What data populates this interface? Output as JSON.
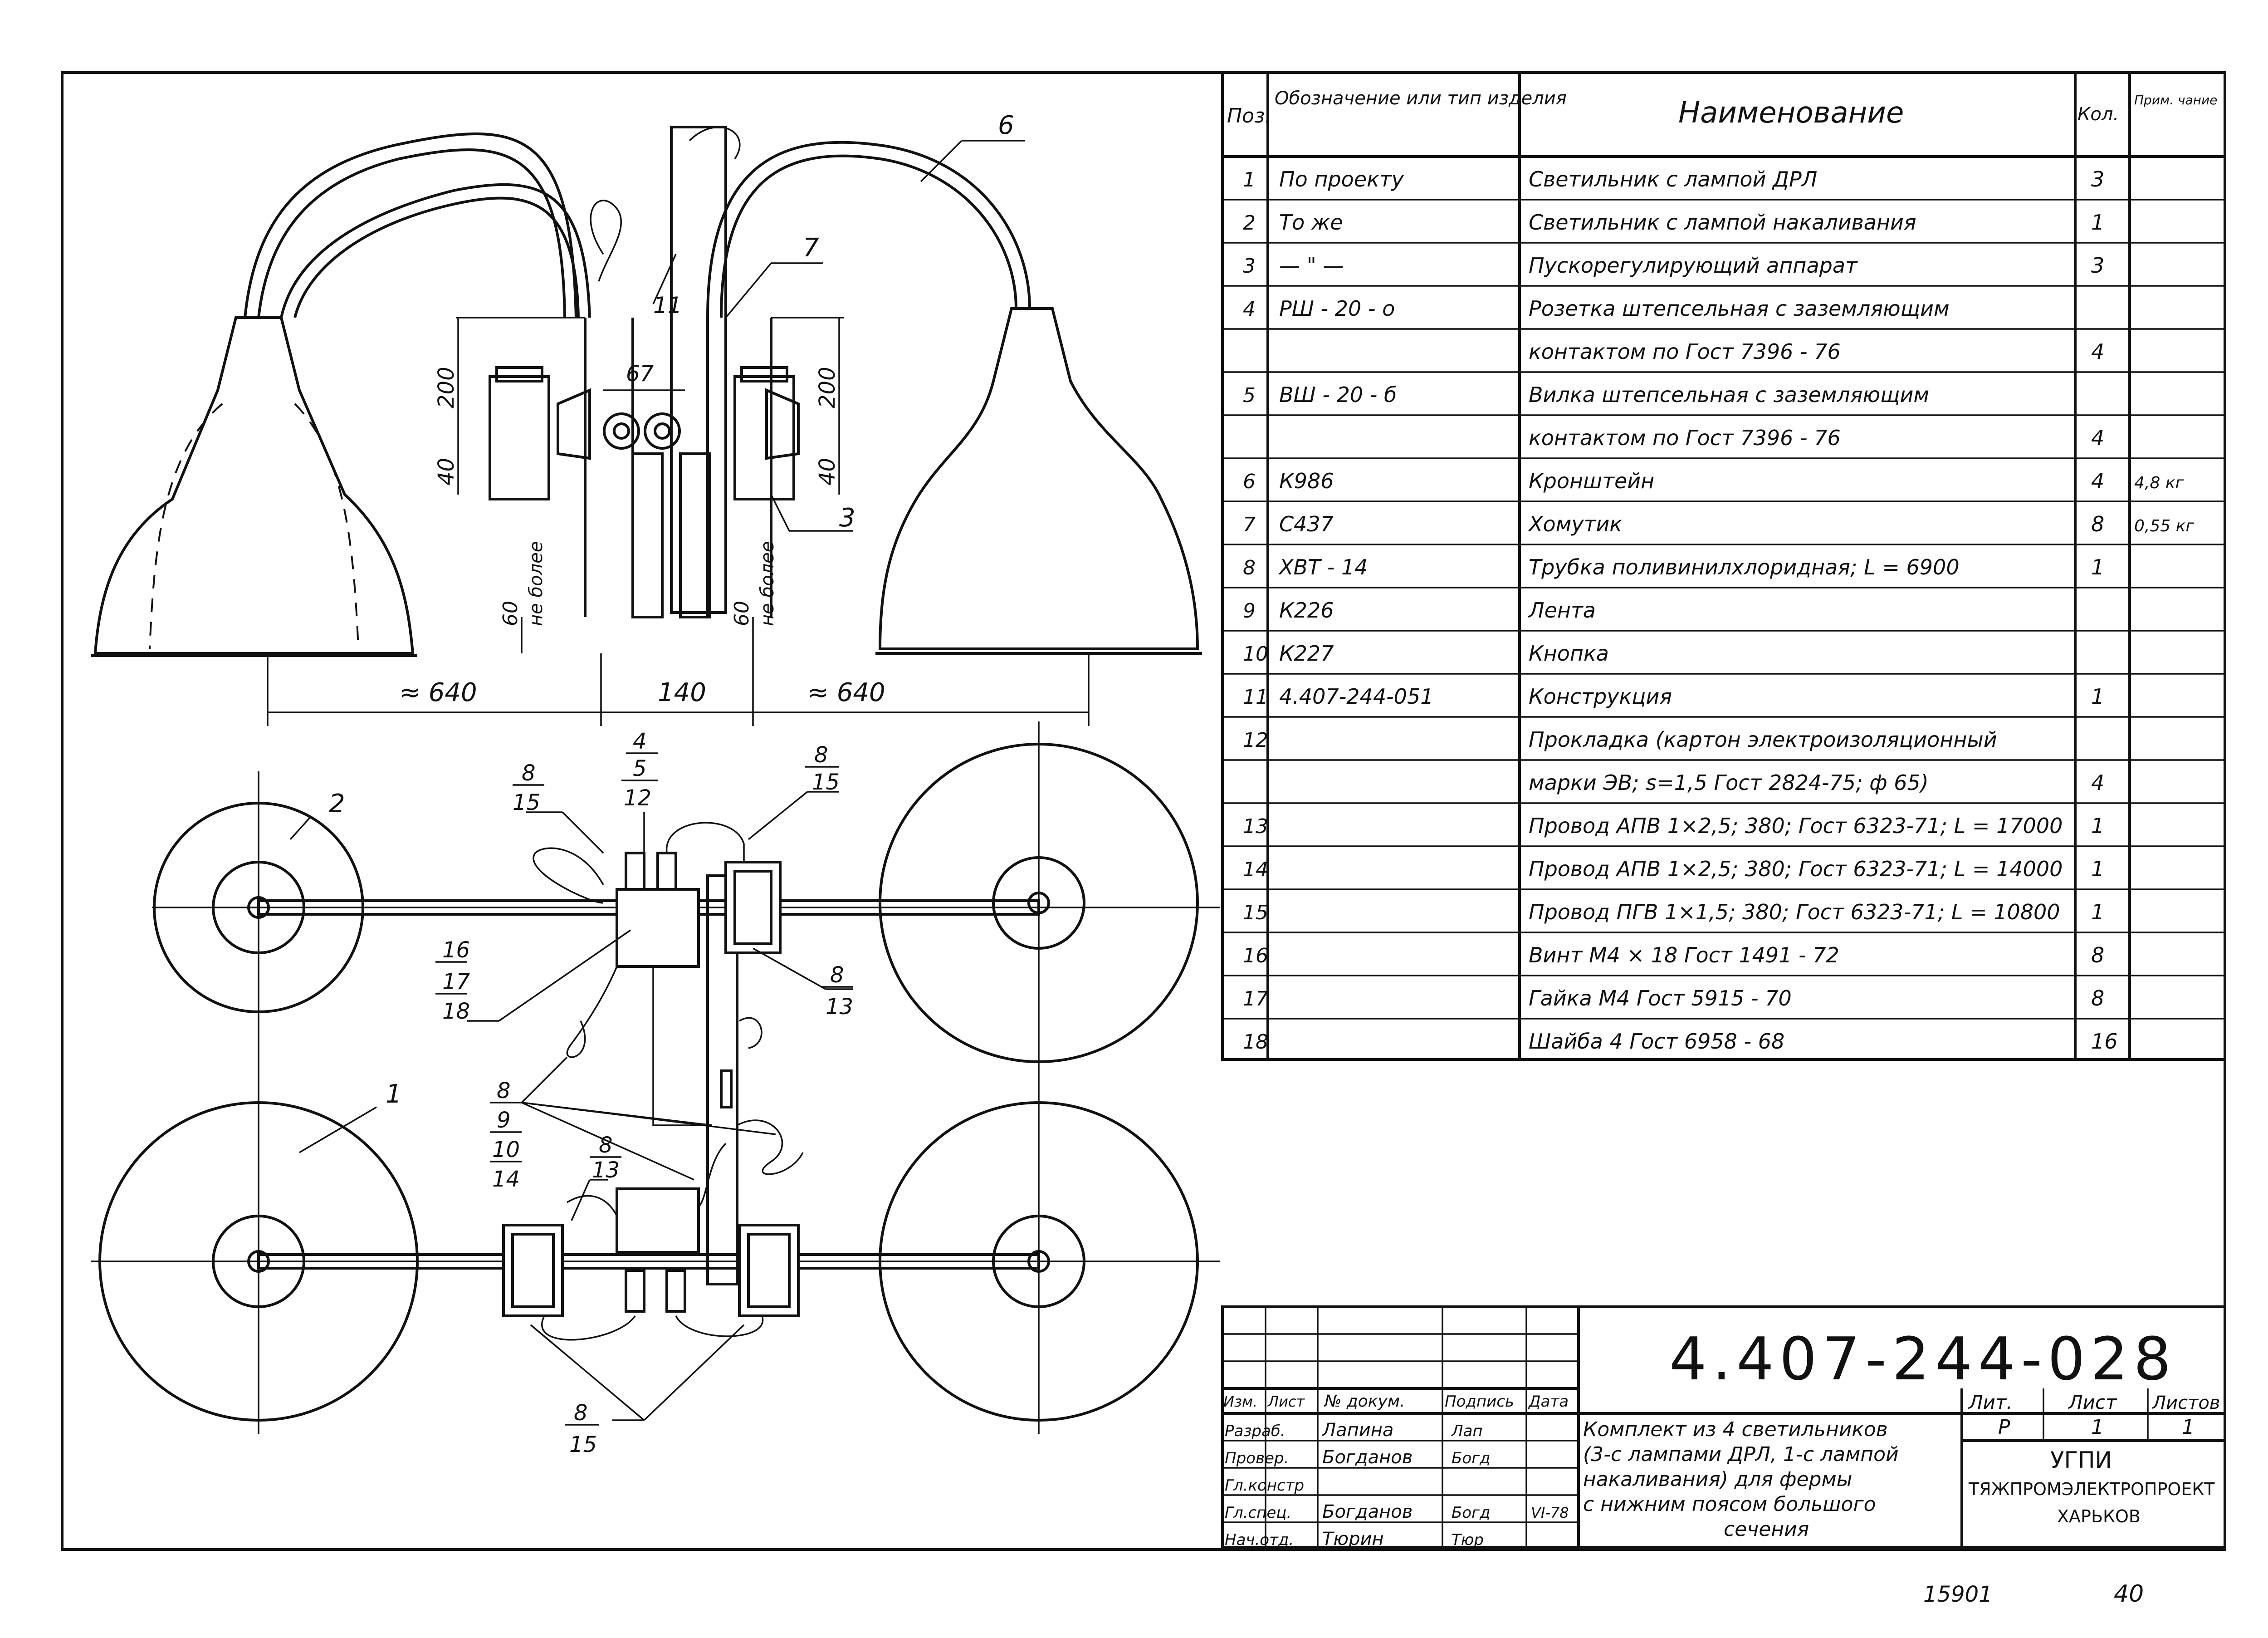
{
  "drawing": {
    "dimensions": {
      "d200_left": "200",
      "d200_right": "200",
      "d40_left": "40",
      "d40_right": "40",
      "d67": "67",
      "d60_left": "60",
      "d60_right": "60",
      "not_more": "не более",
      "d640_left": "≈ 640",
      "d140": "140",
      "d640_right": "≈ 640"
    },
    "callouts": {
      "c6": "6",
      "c7": "7",
      "c11": "11",
      "c3": "3",
      "c2": "2",
      "c1": "1",
      "g_top_left": [
        "8",
        "15"
      ],
      "g_top_mid": [
        "4",
        "5",
        "12"
      ],
      "g_top_right": [
        "8",
        "15"
      ],
      "g_left_mid": [
        "16",
        "17",
        "18"
      ],
      "g_right_mid": [
        "8",
        "13"
      ],
      "g_left_low": [
        "8",
        "9",
        "10",
        "14"
      ],
      "g_low_mid": [
        "8",
        "13"
      ],
      "g_bottom": [
        "8",
        "15"
      ]
    }
  },
  "spec_table": {
    "headers": [
      "Поз.",
      "Обозначение или тип изделия",
      "Наименование",
      "Кол.",
      "Прим. чание"
    ],
    "rows": [
      {
        "pos": "1",
        "code": "По проекту",
        "name": "Светильник с лампой ДРЛ",
        "qty": "3",
        "note": ""
      },
      {
        "pos": "2",
        "code": "То же",
        "name": "Светильник с лампой накаливания",
        "qty": "1",
        "note": ""
      },
      {
        "pos": "3",
        "code": "— \" —",
        "name": "Пускорегулирующий аппарат",
        "qty": "3",
        "note": ""
      },
      {
        "pos": "4",
        "code": "РШ - 20 - о",
        "name": "Розетка штепсельная с заземляющим",
        "qty": "",
        "note": ""
      },
      {
        "pos": "",
        "code": "",
        "name": "контактом по Гост 7396 - 76",
        "qty": "4",
        "note": ""
      },
      {
        "pos": "5",
        "code": "ВШ - 20 - б",
        "name": "Вилка штепсельная с заземляющим",
        "qty": "",
        "note": ""
      },
      {
        "pos": "",
        "code": "",
        "name": "контактом по Гост 7396 - 76",
        "qty": "4",
        "note": ""
      },
      {
        "pos": "6",
        "code": "К986",
        "name": "Кронштейн",
        "qty": "4",
        "note": "4,8 кг"
      },
      {
        "pos": "7",
        "code": "С437",
        "name": "Хомутик",
        "qty": "8",
        "note": "0,55 кг"
      },
      {
        "pos": "8",
        "code": "ХВТ - 14",
        "name": "Трубка поливинилхлоридная; L = 6900",
        "qty": "1",
        "note": ""
      },
      {
        "pos": "9",
        "code": "К226",
        "name": "Лента",
        "qty": "",
        "note": ""
      },
      {
        "pos": "10",
        "code": "К227",
        "name": "Кнопка",
        "qty": "",
        "note": ""
      },
      {
        "pos": "11",
        "code": "4.407-244-051",
        "name": "Конструкция",
        "qty": "1",
        "note": ""
      },
      {
        "pos": "12",
        "code": "",
        "name": "Прокладка (картон электроизоляционный",
        "qty": "",
        "note": ""
      },
      {
        "pos": "",
        "code": "",
        "name": "марки ЭВ; s=1,5 Гост 2824-75; ф 65)",
        "qty": "4",
        "note": ""
      },
      {
        "pos": "13",
        "code": "",
        "name": "Провод АПВ 1×2,5; 380; Гост 6323-71; L = 17000",
        "qty": "1",
        "note": ""
      },
      {
        "pos": "14",
        "code": "",
        "name": "Провод АПВ 1×2,5; 380; Гост 6323-71; L = 14000",
        "qty": "1",
        "note": ""
      },
      {
        "pos": "15",
        "code": "",
        "name": "Провод ПГВ 1×1,5; 380; Гост 6323-71; L = 10800",
        "qty": "1",
        "note": ""
      },
      {
        "pos": "16",
        "code": "",
        "name": "Винт М4 × 18 Гост 1491 - 72",
        "qty": "8",
        "note": ""
      },
      {
        "pos": "17",
        "code": "",
        "name": "Гайка М4 Гост 5915 - 70",
        "qty": "8",
        "note": ""
      },
      {
        "pos": "18",
        "code": "",
        "name": "Шайба 4 Гост 6958 - 68",
        "qty": "16",
        "note": ""
      }
    ]
  },
  "title_block": {
    "doc_number": "4.407-244-028",
    "col_headers": [
      "Изм.",
      "Лист",
      "№ докум.",
      "Подпись",
      "Дата"
    ],
    "staff": [
      {
        "role": "Разраб.",
        "name": "Лапина",
        "sign": "Лап",
        "date": ""
      },
      {
        "role": "Провер.",
        "name": "Богданов",
        "sign": "Богд",
        "date": ""
      },
      {
        "role": "Гл.констр",
        "name": "",
        "sign": "",
        "date": ""
      },
      {
        "role": "Гл.спец.",
        "name": "Богданов",
        "sign": "Богд",
        "date": "VI-78"
      },
      {
        "role": "Нач.отд.",
        "name": "Тюрин",
        "sign": "Тюр",
        "date": ""
      }
    ],
    "description_lines": [
      "Комплект из 4 светильников",
      "(3-с лампами ДРЛ, 1-с лампой",
      "накаливания) для фермы",
      "с нижним поясом большого",
      "сечения"
    ],
    "lit_headers": [
      "Лит.",
      "Лист",
      "Листов"
    ],
    "lit_values": [
      "Р",
      "1",
      "1"
    ],
    "org_lines": [
      "УГПИ",
      "ТЯЖПРОМЭЛЕКТРОПРОЕКТ",
      "ХАРЬКОВ"
    ]
  },
  "footer": {
    "inv_number": "15901",
    "page": "40"
  }
}
